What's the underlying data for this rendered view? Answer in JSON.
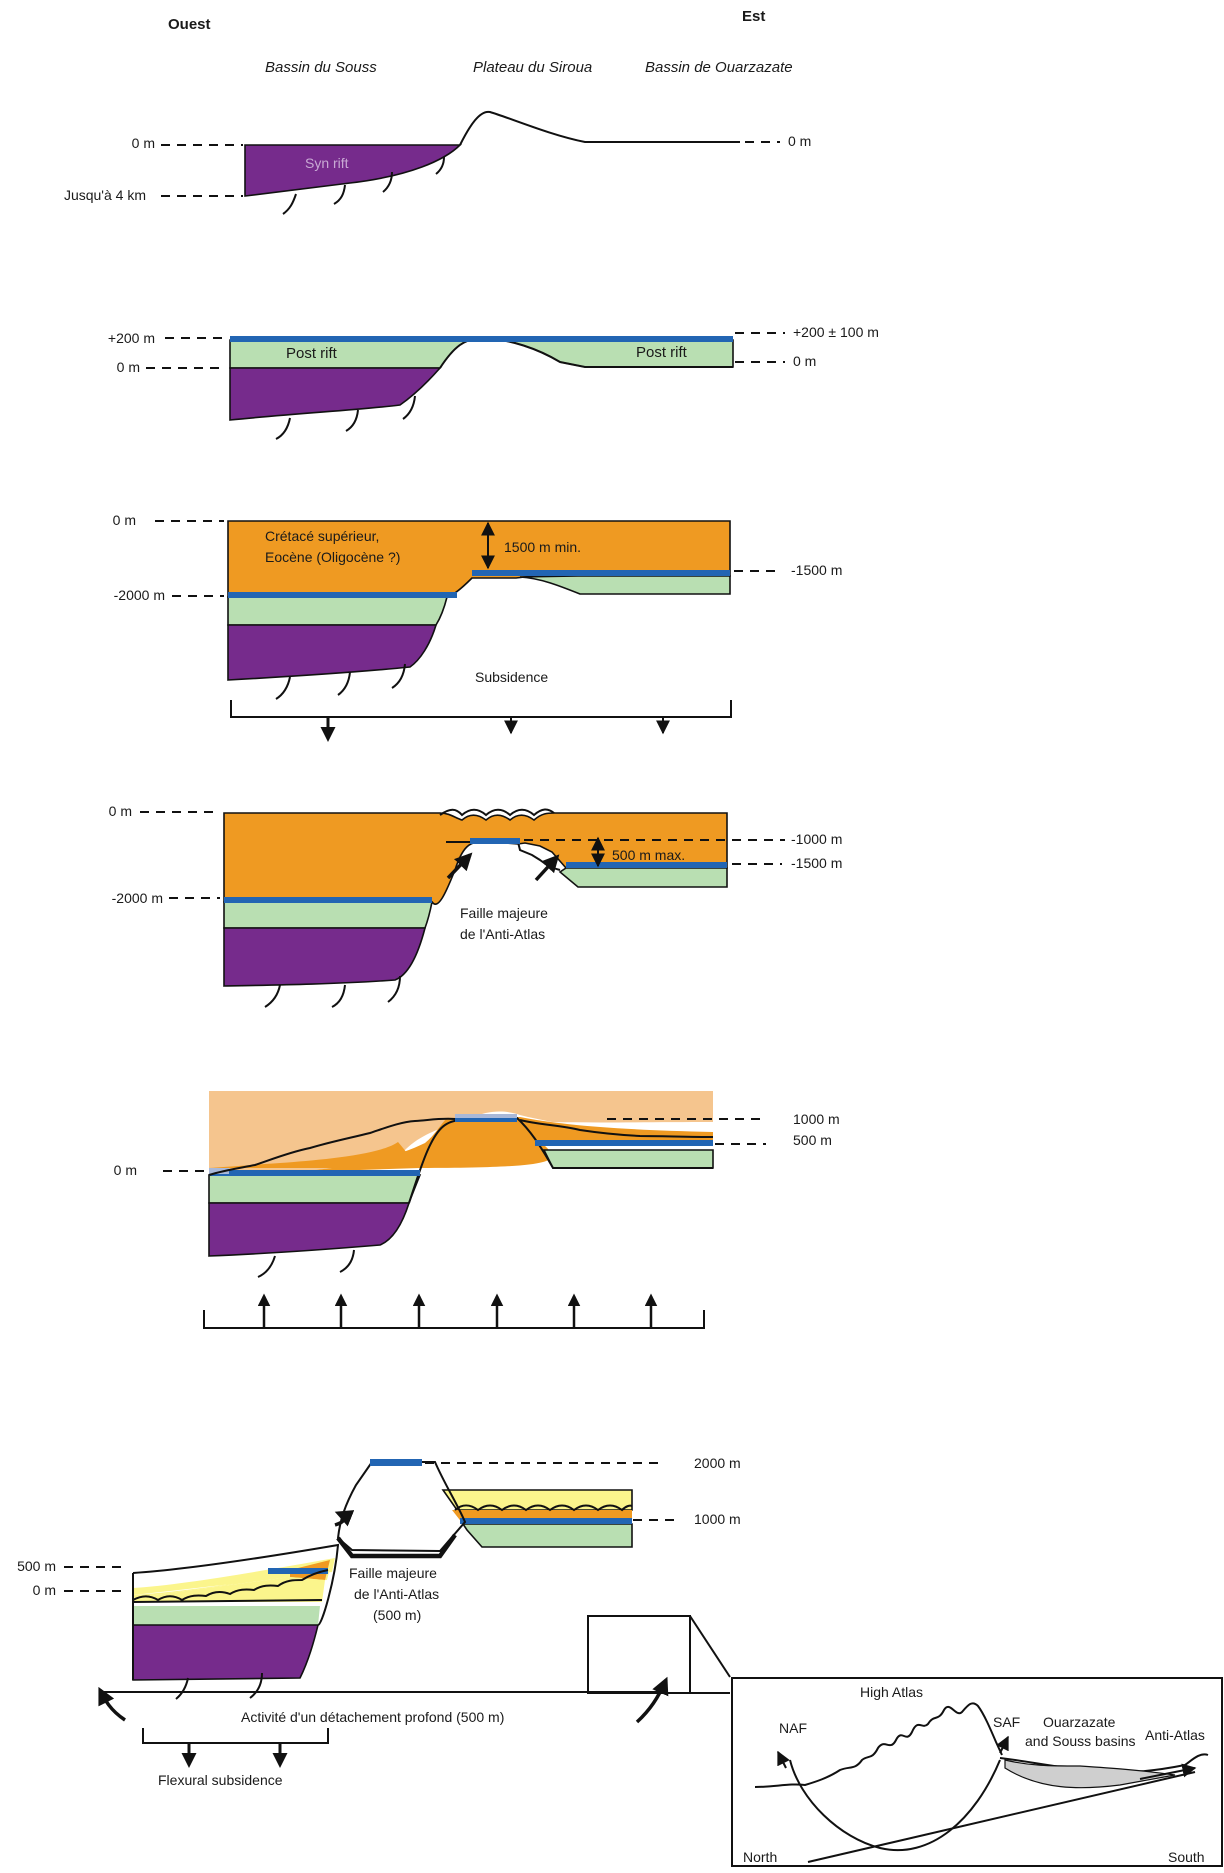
{
  "header": {
    "west": "Ouest",
    "east": "Est",
    "region_souss": "Bassin du Souss",
    "region_siroua": "Plateau du Siroua",
    "region_ouarzazate": "Bassin de Ouarzazate"
  },
  "stage1": {
    "left_top": "0 m",
    "left_bottom": "Jusqu'à 4 km",
    "right_top": "0 m",
    "unit_label": "Syn rift"
  },
  "stage2": {
    "left_top": "+200 m",
    "left_bottom": "0 m",
    "right_top": "+200 ± 100 m",
    "right_bottom": "0 m",
    "post_rift_left": "Post rift",
    "post_rift_right": "Post rift"
  },
  "stage3": {
    "left_top": "0 m",
    "left_mid": "-2000 m",
    "right_mid": "-1500 m",
    "unit_line1": "Crétacé supérieur,",
    "unit_line2": "Eocène  (Oligocène ?)",
    "thickness": "1500 m min.",
    "subsidence": "Subsidence"
  },
  "stage4": {
    "left_top": "0 m",
    "left_mid": "-2000 m",
    "right_a": "-1000 m",
    "right_b": "-1500 m",
    "thickness": "500 m max.",
    "fault_line1": "Faille majeure",
    "fault_line2": "de l'Anti-Atlas"
  },
  "stage5": {
    "left": "0 m",
    "right_a": "1000 m",
    "right_b": "500 m"
  },
  "stage6": {
    "left_a": "500 m",
    "left_b": "0 m",
    "right_a": "2000 m",
    "right_b": "1000 m",
    "fault_line1": "Faille majeure",
    "fault_line2": "de l'Anti-Atlas",
    "fault_line3": "(500 m)",
    "detachment": "Activité d'un détachement profond (500 m)",
    "flexural": "Flexural subsidence"
  },
  "inset": {
    "high_atlas": "High Atlas",
    "naf": "NAF",
    "saf": "SAF",
    "basins_line1": "Ouarzazate",
    "basins_line2": "and Souss basins",
    "anti_atlas": "Anti-Atlas",
    "north": "North",
    "south": "South"
  },
  "colors": {
    "syn_rift": "#762b8c",
    "post_rift": "#b9dfb2",
    "cretaceous": "#ef9a22",
    "cretaceous_light": "#f5c58e",
    "marker_layer": "#2265b3",
    "neogene": "#fbf58c"
  }
}
